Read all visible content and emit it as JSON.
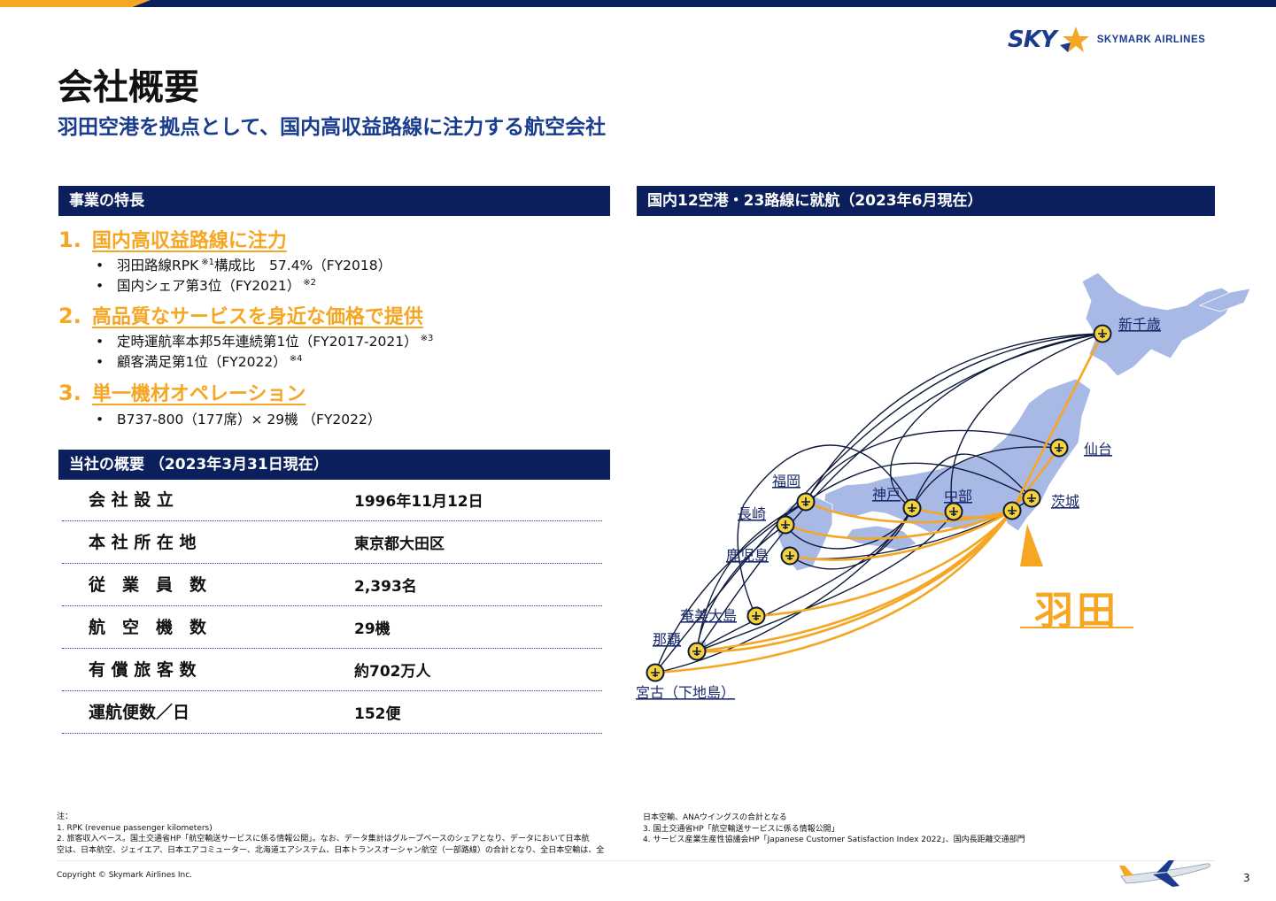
{
  "brand": {
    "sky": "SKY",
    "name": "SKYMARK AIRLINES",
    "colors": {
      "navy": "#0b1f5c",
      "orange": "#f5a623",
      "blue": "#1a3c8f",
      "map_land": "#a9b9e6"
    }
  },
  "title": "会社概要",
  "subtitle": "羽田空港を拠点として、国内高収益路線に注力する航空会社",
  "features": {
    "header": "事業の特長",
    "items": [
      {
        "num": "1.",
        "title": "国内高収益路線に注力",
        "bullets": [
          {
            "text": "羽田路線RPK",
            "sup": "※1",
            "text2": "構成比　57.4%（FY2018）"
          },
          {
            "text": "国内シェア第3位（FY2021）",
            "sup": "※2",
            "text2": ""
          }
        ]
      },
      {
        "num": "2.",
        "title": "高品質なサービスを身近な価格で提供",
        "bullets": [
          {
            "text": "定時運航率本邦5年連続第1位（FY2017-2021）",
            "sup": "※3",
            "text2": ""
          },
          {
            "text": "顧客満足第1位（FY2022）",
            "sup": "※4",
            "text2": ""
          }
        ]
      },
      {
        "num": "3.",
        "title": "単一機材オペレーション",
        "bullets": [
          {
            "text": "B737-800（177席）× 29機 （FY2022）",
            "sup": "",
            "text2": ""
          }
        ]
      }
    ]
  },
  "overview": {
    "header": "当社の概要 （2023年3月31日現在）",
    "rows": [
      {
        "label": "会 社 設 立",
        "value": "1996年11月12日"
      },
      {
        "label": "本 社 所 在 地",
        "value": "東京都大田区"
      },
      {
        "label": "従　業　員　数",
        "value": "2,393名"
      },
      {
        "label": "航　空　機　数",
        "value": "29機"
      },
      {
        "label": "有 償 旅 客 数",
        "value": "約702万人"
      },
      {
        "label": "運航便数／日",
        "value": "152便"
      }
    ]
  },
  "network": {
    "header": "国内12空港・23路線に就航（2023年6月現在）",
    "hub": "羽田",
    "airports": {
      "shin_chitose": "新千歳",
      "sendai": "仙台",
      "ibaraki": "茨城",
      "chubu": "中部",
      "kobe": "神戸",
      "fukuoka": "福岡",
      "nagasaki": "長崎",
      "kagoshima": "鹿児島",
      "amami": "奄美大島",
      "naha": "那覇",
      "miyako": "宮古（下地島）"
    }
  },
  "notes": {
    "heading": "注：",
    "left": [
      "1.  RPK (revenue passenger kilometers)",
      "2.  旅客収入ベース。国土交通省HP「航空輸送サービスに係る情報公開」。なお、データ集計はグループベースのシェアとなり、データにおいて日本航",
      "     空は、日本航空、ジェイエア、日本エアコミューター、北海道エアシステム、日本トランスオーシャン航空（一部路線）の合計となり、全日本空輸は、全"
    ],
    "right": [
      "     日本空輸、ANAウイングスの合計となる",
      "3.  国土交通省HP「航空輸送サービスに係る情報公開」",
      "4.  サービス産業生産性協議会HP「Japanese Customer Satisfaction Index 2022」、国内長距離交通部門"
    ]
  },
  "copyright": "Copyright © Skymark Airlines Inc.",
  "page_number": "3"
}
